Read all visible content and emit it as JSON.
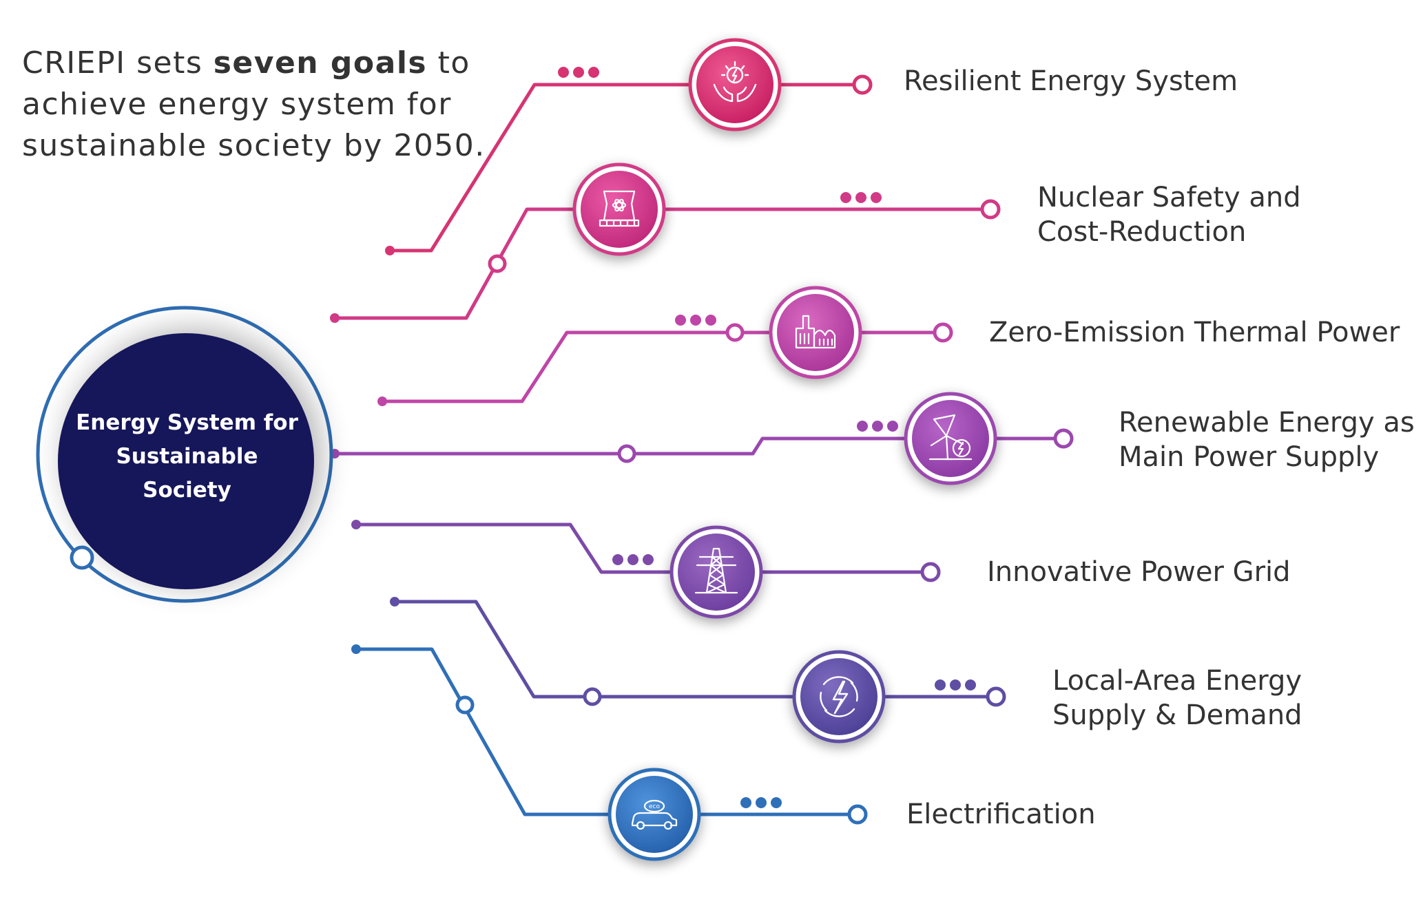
{
  "intro": {
    "part1": "CRIEPI sets ",
    "bold": "seven goals",
    "part2": " to achieve energy system for sustainable society by 2050."
  },
  "center": {
    "lines": [
      "Energy System for",
      "Sustainable",
      "Society"
    ]
  },
  "goals": [
    {
      "id": "resilient",
      "lines": [
        "Resilient Energy System"
      ],
      "icon": "hands-sun-bolt-icon",
      "color": "#d63472"
    },
    {
      "id": "nuclear",
      "lines": [
        "Nuclear Safety and",
        "Cost-Reduction"
      ],
      "icon": "nuclear-plant-icon",
      "color": "#d13a86"
    },
    {
      "id": "thermal",
      "lines": [
        "Zero-Emission Thermal Power"
      ],
      "icon": "factory-icon",
      "color": "#bf45a6"
    },
    {
      "id": "renewable",
      "lines": [
        "Renewable Energy as a",
        "Main Power Supply"
      ],
      "icon": "wind-solar-icon",
      "color": "#9b48ae"
    },
    {
      "id": "grid",
      "lines": [
        "Innovative Power Grid"
      ],
      "icon": "transmission-tower-icon",
      "color": "#7d4aa8"
    },
    {
      "id": "local",
      "lines": [
        "Local-Area Energy",
        "Supply & Demand"
      ],
      "icon": "lightning-circle-icon",
      "color": "#5f4ea3"
    },
    {
      "id": "electrification",
      "lines": [
        "Electrification"
      ],
      "icon": "eco-car-icon",
      "color": "#2f6fb8"
    }
  ],
  "colors": {
    "hub_fill": "#15195a",
    "hub_ring": "#2f6db3",
    "text": "#333333"
  },
  "icons": {
    "eco_badge": "eco"
  }
}
